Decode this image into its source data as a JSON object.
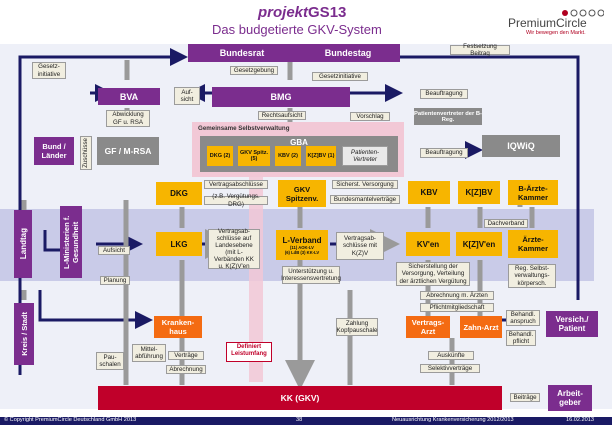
{
  "title": {
    "prefix": "projekt",
    "suffix": "GS13",
    "subtitle": "Das budgetierte GKV-System"
  },
  "logo": {
    "brand": "PremiumCircle",
    "tagline": "Wir bewegen den Markt."
  },
  "boxes": {
    "bundesrat": "Bundesrat",
    "bundestag": "Bundestag",
    "bva": "BVA",
    "bmg": "BMG",
    "bund_laender": "Bund / Länder",
    "gf_mrsa": "GF / M-RSA",
    "gba": "GBA",
    "iqwig": "IQWiQ",
    "landtag": "Landtag",
    "l_ministerien": "L-Ministerien f. Gesundheit",
    "kreis_stadt": "Kreis / Stadt",
    "dkg": "DKG",
    "gkv_spitzenv": "GKV Spitzenv.",
    "kbv": "KBV",
    "kzbv": "K[Z]BV",
    "b_aerzte": "B-Ärzte-Kammer",
    "lkg": "LKG",
    "l_verband": "L-Verband",
    "l_verband_sub": "(11) AOK-LV\n(6) LdB (3) KK-LV",
    "kven": "KV'en",
    "kzven": "K[Z]V'en",
    "aerzte_kammer": "Ärzte-Kammer",
    "krankenhaus": "Kranken-haus",
    "vertrags_arzt": "Vertrags-Arzt",
    "zahn_arzt": "Zahn-Arzt",
    "kk_gkv": "KK (GKV)",
    "versich_patient": "Versich./ Patient",
    "arbeitgeber": "Arbeit-geber",
    "gba_sub": [
      "DKG (2)",
      "GKV Spitz. (5)",
      "KBV (2)",
      "K[Z]BV (1)",
      "Patienten-Vertreter"
    ]
  },
  "labels": {
    "gesetz_initiative": "Gesetz-initiative",
    "festsetzung_beitrag": "Festsetzung Beitrag",
    "gesetzgebung": "Gesetzgebung",
    "gesetzinitiative": "Gesetzinitiative",
    "aufsicht_bva": "Auf-sicht",
    "beauftragung_top": "Beauftragung",
    "abwicklung": "Abwicklung GF u. RSA",
    "rechtsaufsicht": "Rechtsaufsicht",
    "vorschlag": "Vorschlag",
    "patientenvertreter": "Patientenvertreter der B-Reg.",
    "zuschuesse": "Zuschüsse",
    "gemeinsame_selbstverwaltung": "Gemeinsame Selbstverwaltung",
    "beauftragung_gba": "Beauftragung",
    "vertragsabschluesse": "Vertragsabschlüsse",
    "zb_verguetungs": "(z.B. Vergütungs. DRG)",
    "sicherst_versorgung": "Sicherst. Versorgung",
    "bundesmantelvertraege": "Bundesmantelverträge",
    "dachverband": "Dachverband",
    "aufsicht_left": "Aufsicht",
    "planung": "Planung",
    "vertragsab_landes": "Vertragsab-schlüsse auf Landesebene (mit L-Verbänden KK u. K(Z)V'en",
    "vertragsab_kzv": "Vertragsab-schlüsse mit K(Z)V",
    "unterstuetzung": "Unterstützung u. Interessensvertretung",
    "sicherstellung": "Sicherstellung der Versorgung, Verteilung der ärztlichen Vergütung",
    "reg_selbstverwaltung": "Reg. Selbst-verwaltungs-körpersch.",
    "abrechnung_aerzten": "Abrechnung m. Ärzten",
    "pflichtmitgliedschaft": "Pflichtmitgliedschaft",
    "zahlung_kopfpauschale": "Zahlung Kopfpauschale",
    "behandl_anspruch": "Behandl. anspruch",
    "behandl_pflicht": "Behandl. pflicht",
    "pauschalen": "Pau-schalen",
    "mittelabfuehrung": "Mittel-abführung",
    "vertraege": "Verträge",
    "abrechnung": "Abrechnung",
    "definiert_leistumfang": "Definiert Leistumfang",
    "auskuenfte": "Auskünfte",
    "selektivvertraege": "Selektivverträge",
    "beitraege": "Beiträge"
  },
  "footer": {
    "copyright": "© Copyright  PremiumCircle Deutschland GmbH 2013",
    "page": "38",
    "topic": "Neuausrichtung Krankenversicherung 2012/2013",
    "date": "16.02.2013"
  },
  "colors": {
    "purple": "#7b2d8e",
    "grey": "#8a8a8a",
    "yellow": "#f7b500",
    "orange": "#f46b12",
    "red": "#c0002a",
    "navy": "#1a1a64",
    "band": "#c9cbe8",
    "pink": "#f2c8d6"
  }
}
